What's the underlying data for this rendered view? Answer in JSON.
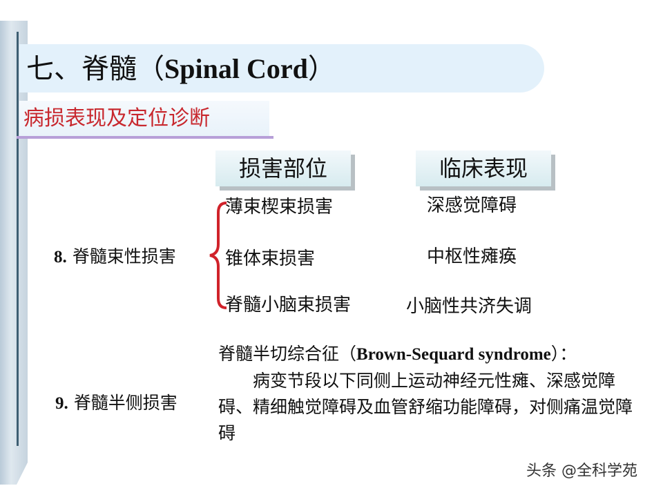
{
  "slide": {
    "title_cn": "七、脊髓（",
    "title_en": "Spinal Cord",
    "title_close": "）",
    "subtitle": "病损表现及定位诊断"
  },
  "table": {
    "headers": [
      "损害部位",
      "临床表现"
    ],
    "group_8": {
      "label_num": "8.",
      "label_text": "脊髓束性损害",
      "rows": [
        {
          "site": "薄束楔束损害",
          "manifestation": "深感觉障碍"
        },
        {
          "site": "锥体束损害",
          "manifestation": "中枢性瘫痪"
        },
        {
          "site": "脊髓小脑束损害",
          "manifestation": "小脑性共济失调"
        }
      ]
    },
    "group_9": {
      "label_num": "9.",
      "label_text": "脊髓半侧损害",
      "para_line1_cn": "脊髓半切综合征（",
      "para_line1_en": "Brown-Sequard syndrome",
      "para_line1_close": "）：",
      "para_body": "病变节段以下同侧上运动神经元性瘫、深感觉障碍、精细触觉障碍及血管舒缩功能障碍，对侧痛温觉障碍"
    }
  },
  "watermark": "头条 @全科学苑",
  "colors": {
    "title_band": "#e3f1fb",
    "subtitle_text": "#c8282e",
    "brace": "#d0222a",
    "subtitle_underline": "#b79fd8"
  }
}
